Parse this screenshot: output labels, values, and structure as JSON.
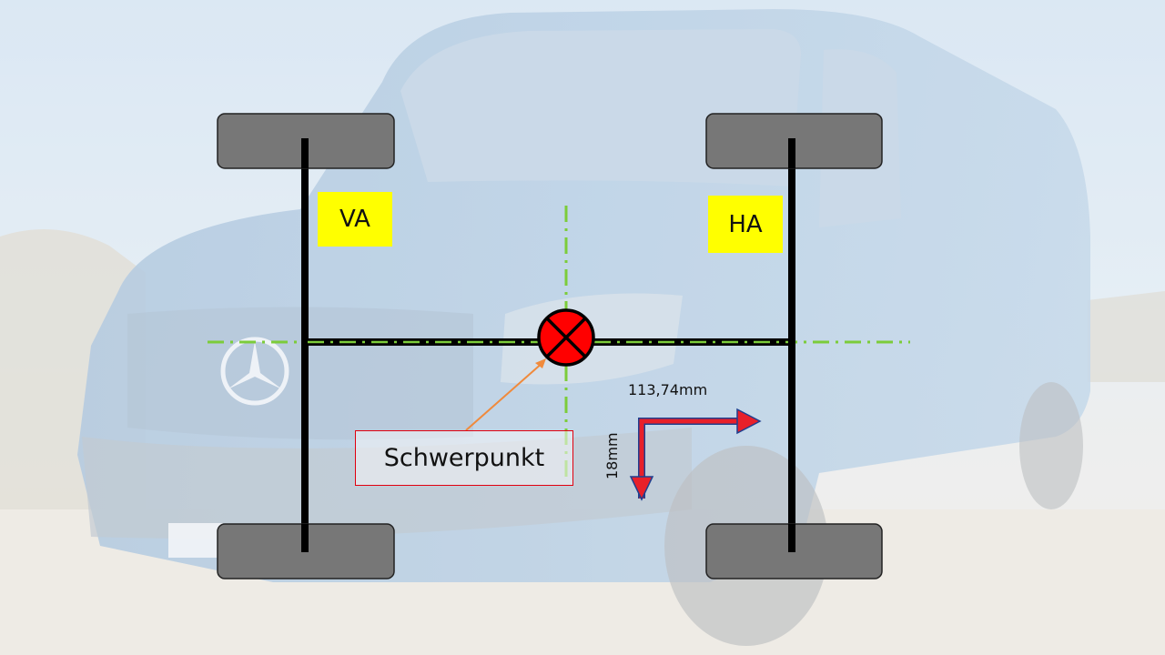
{
  "labels": {
    "front_axle": "VA",
    "rear_axle": "HA",
    "center_of_gravity": "Schwerpunkt"
  },
  "dimensions": {
    "x_offset": "113,74mm",
    "y_offset": "18mm"
  },
  "colors": {
    "label_background": "#ffff00",
    "centerline": "#7ccc3a",
    "arrow": "#e8202a",
    "arrow_outline": "#1f3f8f",
    "cg_fill": "#ff0000",
    "leader_line": "#f08a3c",
    "wheel": "#777777",
    "callout_border": "#e0000f"
  },
  "icons": {
    "cg_marker": "circle-cross-icon"
  }
}
